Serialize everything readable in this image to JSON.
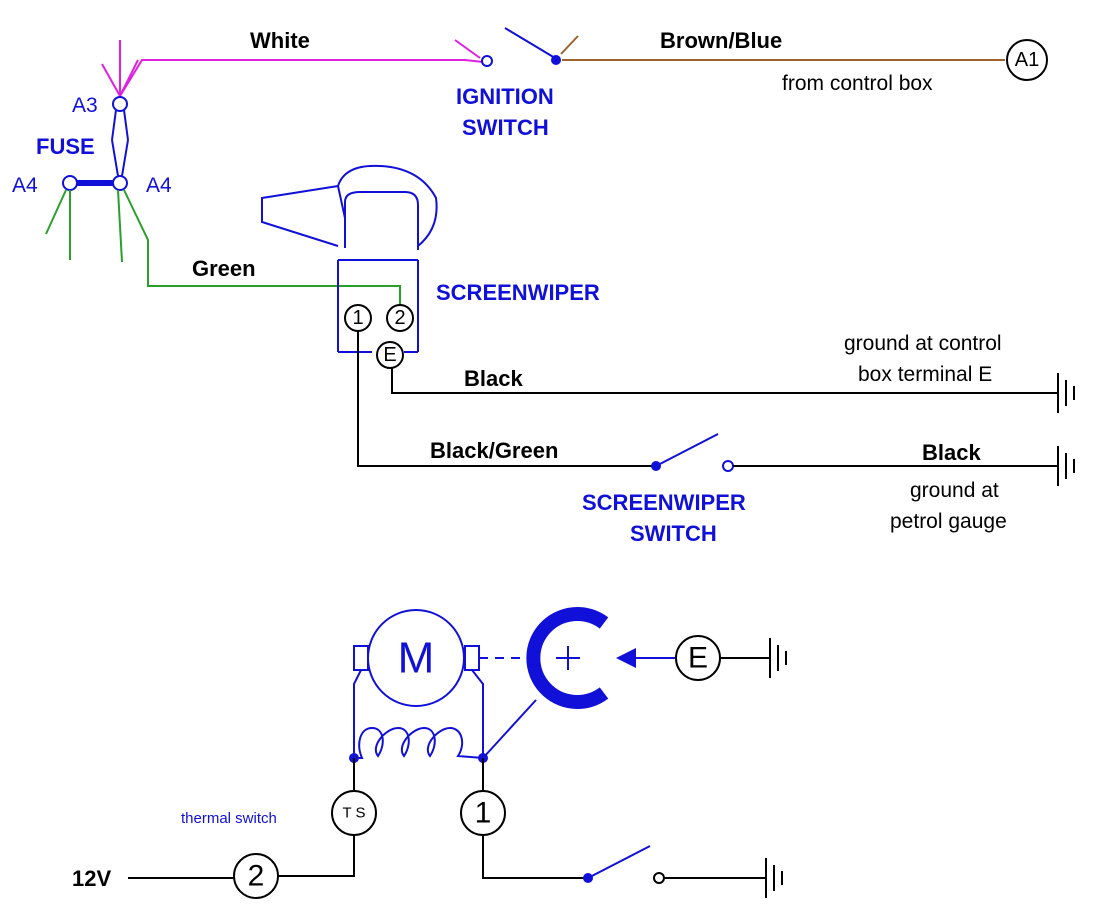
{
  "colors": {
    "blue": "#1010d8",
    "magenta": "#e020e0",
    "brown": "#a0622d",
    "green": "#2aa02a",
    "black": "#000000"
  },
  "wires": {
    "white": "White",
    "brown_blue": "Brown/Blue",
    "green": "Green",
    "black_e": "Black",
    "black_green": "Black/Green",
    "black_ground": "Black"
  },
  "components": {
    "ignition_switch": [
      "IGNITION",
      "SWITCH"
    ],
    "fuse": "FUSE",
    "screenwiper": "SCREENWIPER",
    "screenwiper_switch": [
      "SCREENWIPER",
      "SWITCH"
    ],
    "thermal_switch": "thermal switch",
    "motor": "M"
  },
  "terminals": {
    "a1": "A1",
    "a3": "A3",
    "a4_left": "A4",
    "a4_right": "A4",
    "wiper_1": "1",
    "wiper_2": "2",
    "wiper_e": "E",
    "lower_e": "E",
    "lower_1": "1",
    "lower_2": "2",
    "ts": "T S"
  },
  "notes": {
    "from_control_box": "from control box",
    "ground_control_box": [
      "ground at control",
      "box terminal E"
    ],
    "ground_petrol_gauge": [
      "ground at",
      "petrol gauge"
    ],
    "supply_voltage": "12V"
  }
}
